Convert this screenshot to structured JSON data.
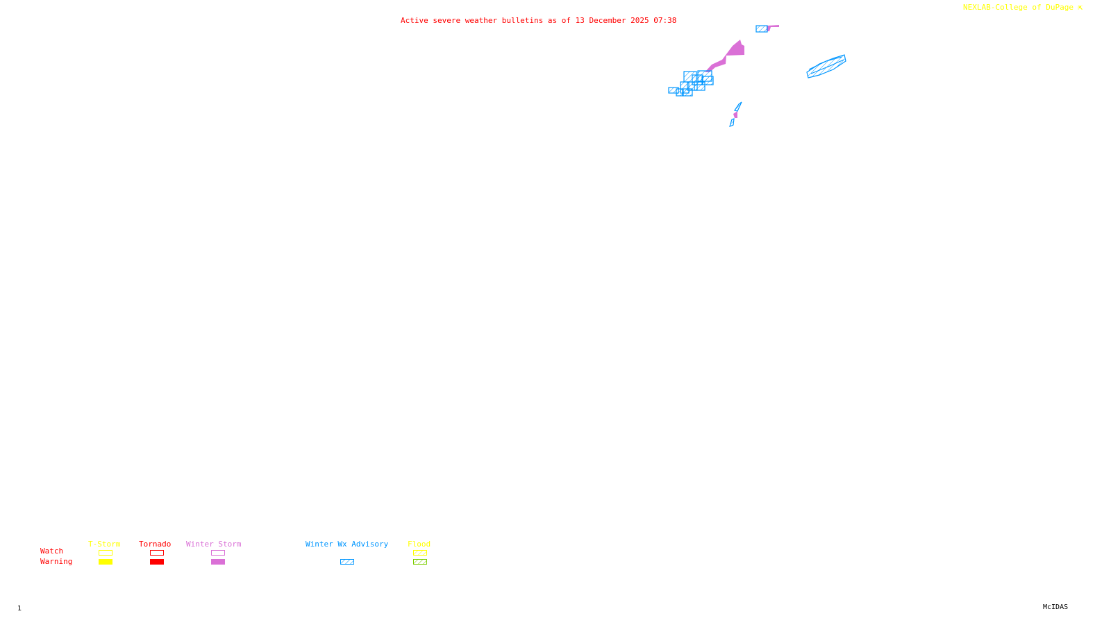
{
  "header": {
    "title": "Active severe weather bulletins as of 13 December 2025 07:38",
    "credit": "NEXLAB-College of DuPage",
    "credit_icon": "resize-arrow-icon"
  },
  "colors": {
    "tstorm": "#ffff00",
    "tornado": "#ff0000",
    "winter_storm": "#da70d6",
    "winter_wx_advisory": "#0096ff",
    "flood_watch": "#ffff00",
    "flood_warning": "#7ccd00",
    "title": "#ff0000"
  },
  "legend": {
    "row_labels": {
      "watch": "Watch",
      "warning": "Warning"
    },
    "columns": [
      {
        "label": "T-Storm"
      },
      {
        "label": "Tornado"
      },
      {
        "label": "Winter Storm"
      },
      {
        "label": "Winter Wx Advisory"
      },
      {
        "label": "Flood"
      }
    ]
  },
  "footer": {
    "frame_number": "1",
    "software": "McIDAS"
  }
}
